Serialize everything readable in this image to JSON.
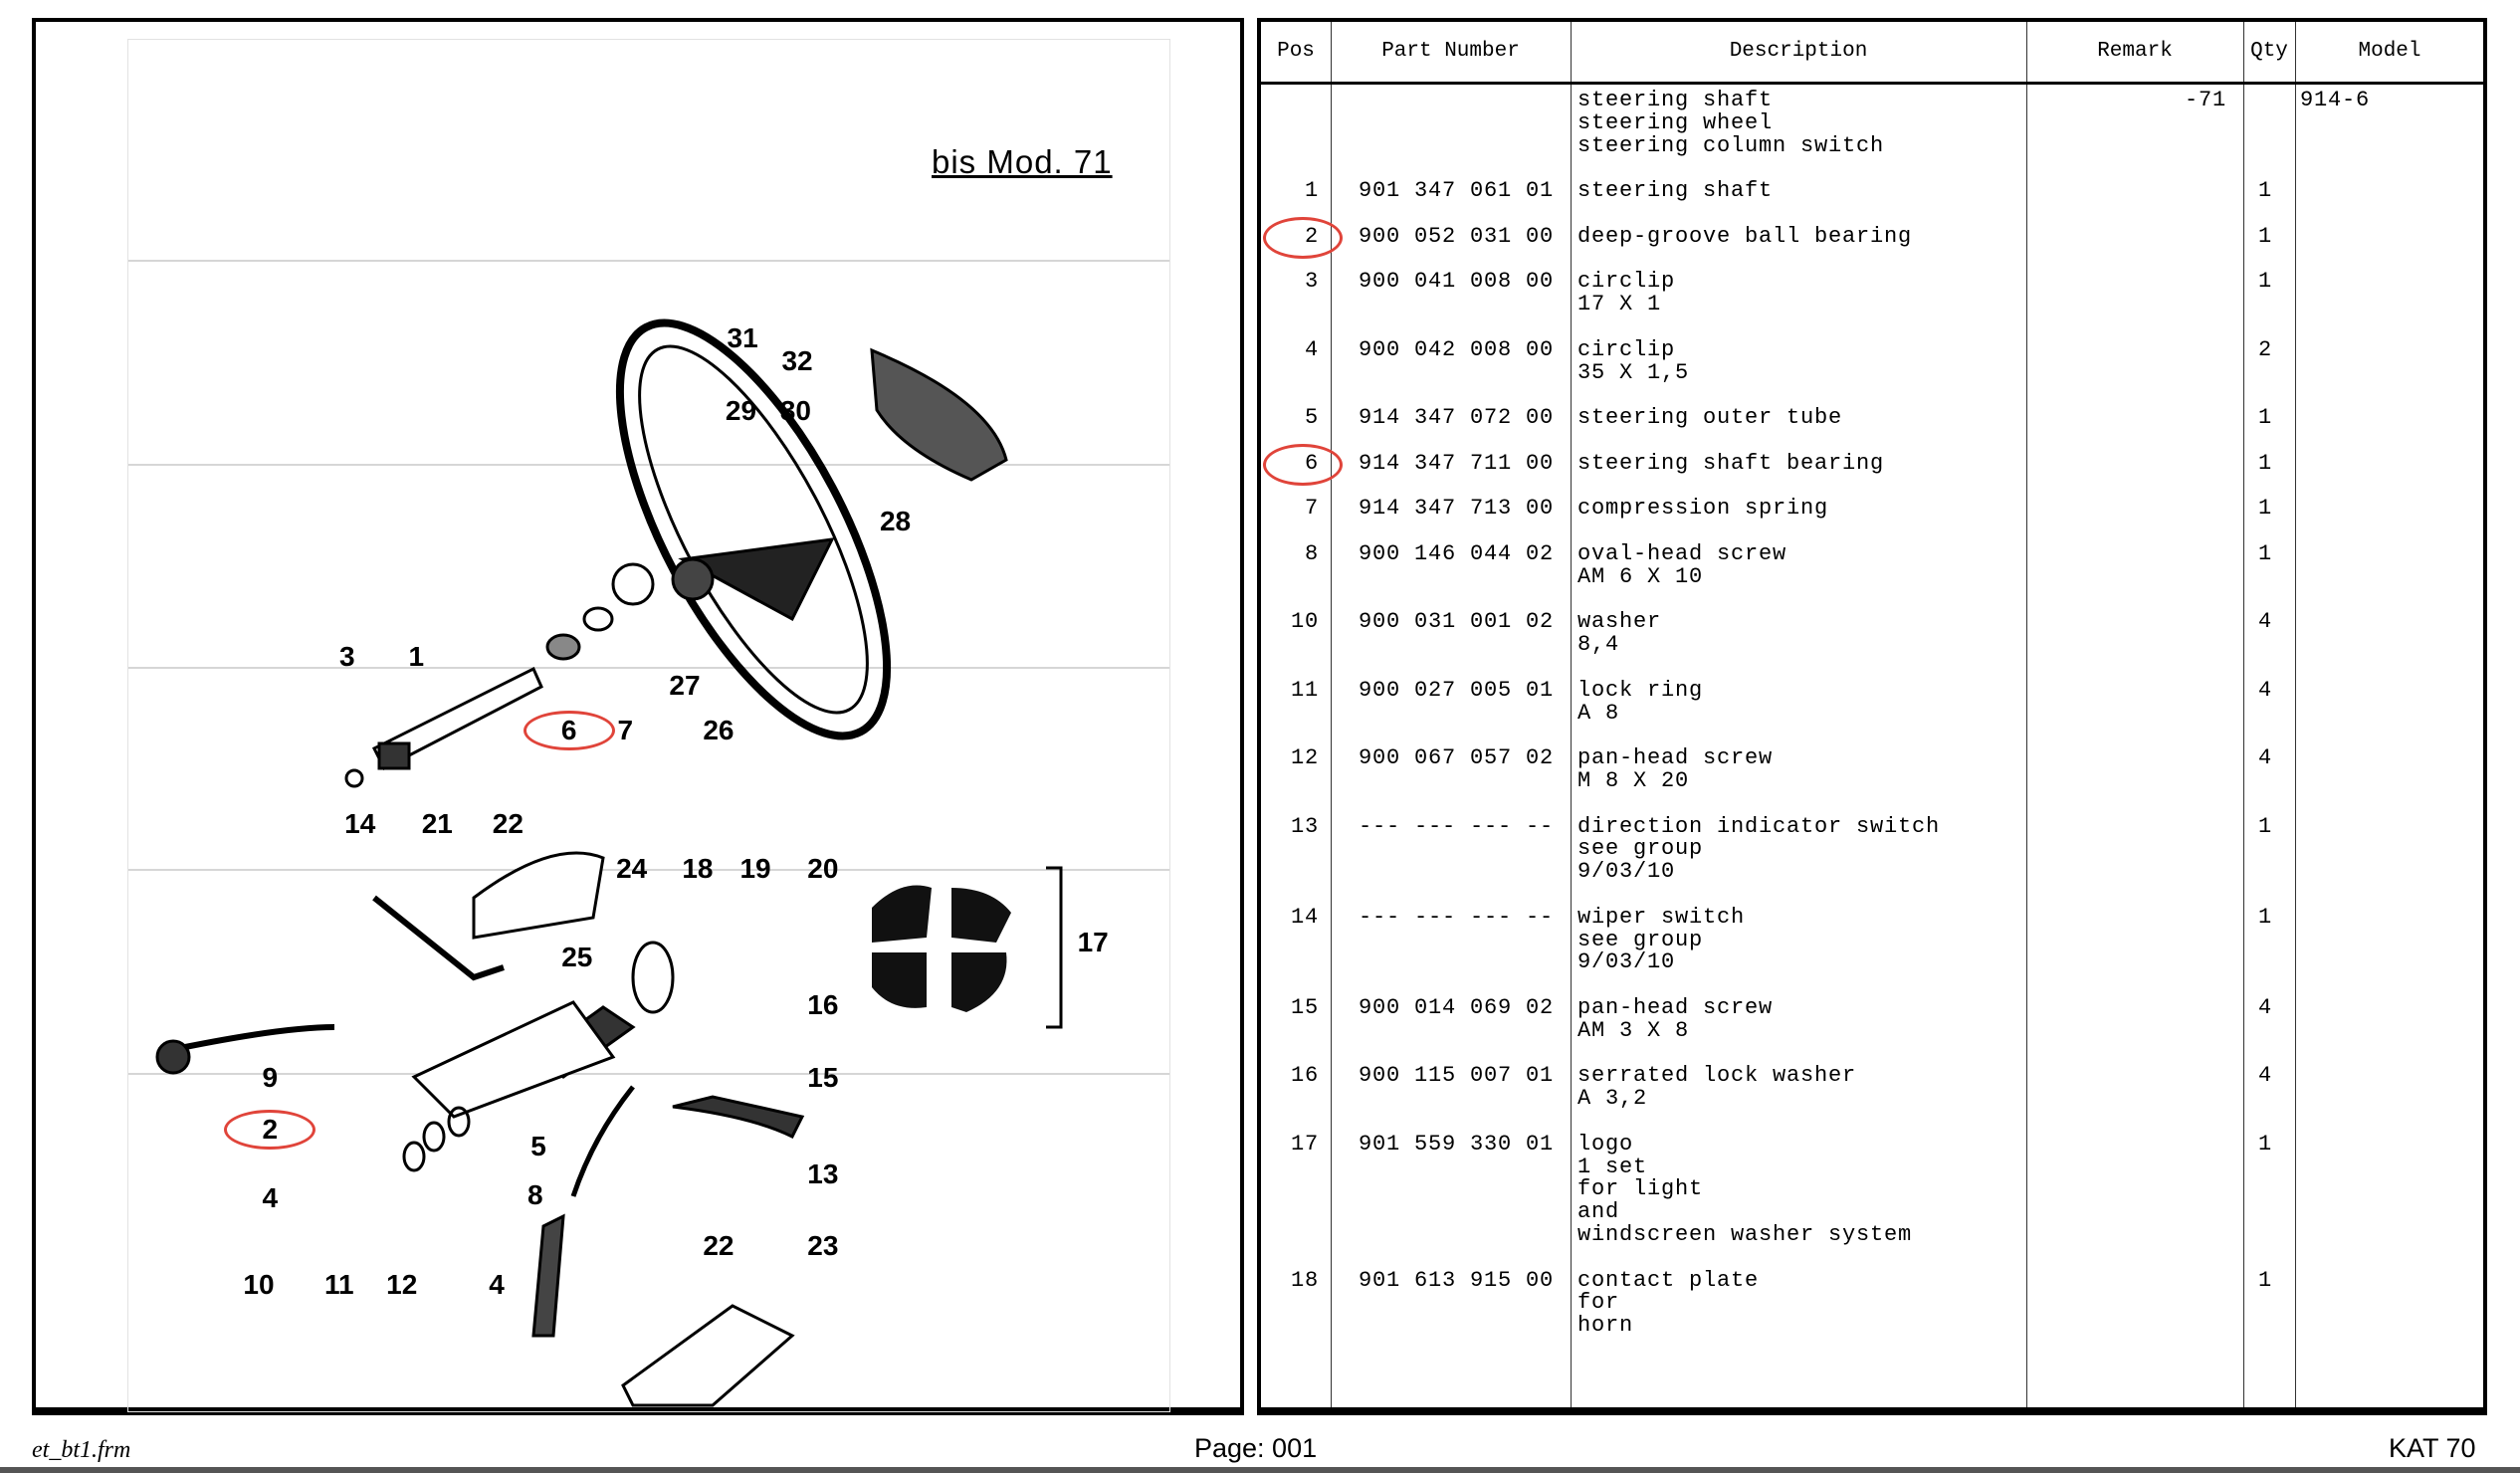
{
  "diagram": {
    "title": "bis Mod. 71",
    "callouts": [
      "31",
      "32",
      "29",
      "30",
      "28",
      "3",
      "1",
      "6",
      "7",
      "27",
      "26",
      "14",
      "21",
      "22",
      "24",
      "18",
      "19",
      "20",
      "25",
      "17",
      "16",
      "9",
      "15",
      "2",
      "5",
      "13",
      "4",
      "8",
      "10",
      "11",
      "12",
      "4",
      "22",
      "23"
    ],
    "highlighted": [
      "6",
      "2"
    ],
    "highlight_color": "#e0443a"
  },
  "table": {
    "headers": {
      "pos": "Pos",
      "part_number": "Part Number",
      "description": "Description",
      "remark": "Remark",
      "qty": "Qty",
      "model": "Model"
    },
    "rows": [
      {
        "pos": "",
        "part": "",
        "desc": [
          "steering shaft",
          "steering wheel",
          "steering column switch"
        ],
        "remark": "-71",
        "qty": "",
        "model": "914-6"
      },
      {
        "pos": "1",
        "part": "901 347 061 01",
        "desc": [
          "steering shaft"
        ],
        "remark": "",
        "qty": "1",
        "model": ""
      },
      {
        "pos": "2",
        "part": "900 052 031 00",
        "desc": [
          "deep-groove ball bearing"
        ],
        "remark": "",
        "qty": "1",
        "model": "",
        "highlighted": true
      },
      {
        "pos": "3",
        "part": "900 041 008 00",
        "desc": [
          "circlip",
          "17 X 1"
        ],
        "remark": "",
        "qty": "1",
        "model": ""
      },
      {
        "pos": "4",
        "part": "900 042 008 00",
        "desc": [
          "circlip",
          "35 X 1,5"
        ],
        "remark": "",
        "qty": "2",
        "model": ""
      },
      {
        "pos": "5",
        "part": "914 347 072 00",
        "desc": [
          "steering outer tube"
        ],
        "remark": "",
        "qty": "1",
        "model": ""
      },
      {
        "pos": "6",
        "part": "914 347 711 00",
        "desc": [
          "steering shaft bearing"
        ],
        "remark": "",
        "qty": "1",
        "model": "",
        "highlighted": true
      },
      {
        "pos": "7",
        "part": "914 347 713 00",
        "desc": [
          "compression spring"
        ],
        "remark": "",
        "qty": "1",
        "model": ""
      },
      {
        "pos": "8",
        "part": "900 146 044 02",
        "desc": [
          "oval-head screw",
          "AM 6 X 10"
        ],
        "remark": "",
        "qty": "1",
        "model": ""
      },
      {
        "pos": "10",
        "part": "900 031 001 02",
        "desc": [
          "washer",
          "8,4"
        ],
        "remark": "",
        "qty": "4",
        "model": ""
      },
      {
        "pos": "11",
        "part": "900 027 005 01",
        "desc": [
          "lock ring",
          "A 8"
        ],
        "remark": "",
        "qty": "4",
        "model": ""
      },
      {
        "pos": "12",
        "part": "900 067 057 02",
        "desc": [
          "pan-head screw",
          "M 8 X 20"
        ],
        "remark": "",
        "qty": "4",
        "model": ""
      },
      {
        "pos": "13",
        "part": "--- --- --- --",
        "desc": [
          "direction indicator switch",
          "see group",
          "9/03/10"
        ],
        "remark": "",
        "qty": "1",
        "model": ""
      },
      {
        "pos": "14",
        "part": "--- --- --- --",
        "desc": [
          "wiper switch",
          "see group",
          "9/03/10"
        ],
        "remark": "",
        "qty": "1",
        "model": ""
      },
      {
        "pos": "15",
        "part": "900 014 069 02",
        "desc": [
          "pan-head screw",
          "AM 3 X 8"
        ],
        "remark": "",
        "qty": "4",
        "model": ""
      },
      {
        "pos": "16",
        "part": "900 115 007 01",
        "desc": [
          "serrated lock washer",
          "A 3,2"
        ],
        "remark": "",
        "qty": "4",
        "model": ""
      },
      {
        "pos": "17",
        "part": "901 559 330 01",
        "desc": [
          "logo",
          "1 set",
          "for light",
          "and",
          "windscreen washer system"
        ],
        "remark": "",
        "qty": "1",
        "model": ""
      },
      {
        "pos": "18",
        "part": "901 613 915 00",
        "desc": [
          "contact plate",
          "for",
          "horn"
        ],
        "remark": "",
        "qty": "1",
        "model": ""
      }
    ]
  },
  "footer": {
    "page": "Page: 001",
    "catalog": "KAT 70",
    "file": "et_bt1.frm"
  }
}
